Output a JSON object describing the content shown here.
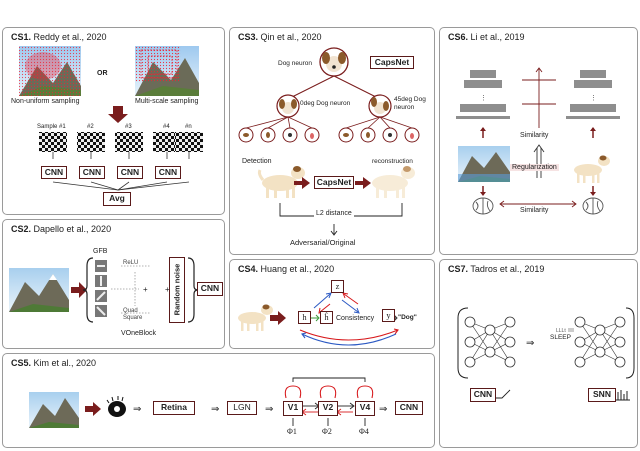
{
  "colors": {
    "dark_red": "#7a1d1d",
    "red": "#d7191c",
    "blue": "#2b59c3",
    "green": "#3a9a3a",
    "gray": "#8e8e8e",
    "panel_border": "#9a9a9a"
  },
  "cs1": {
    "id": "CS1.",
    "cite": " Reddy et al., 2020",
    "or": "OR",
    "caption_left": "Non-uniform sampling",
    "caption_right": "Multi-scale sampling",
    "samples": [
      "Sample #1",
      "#2",
      "#3",
      "#4",
      "#n"
    ],
    "cnn": "CNN",
    "avg": "Avg"
  },
  "cs2": {
    "id": "CS2.",
    "cite": " Dapello et al., 2020",
    "gfb": "GFB",
    "relu": "ReLU",
    "quad": "Quad\nSquare",
    "noise": "Random noise",
    "cnn": "CNN",
    "block": "VOneBlock"
  },
  "cs3": {
    "id": "CS3.",
    "cite": " Qin et al., 2020",
    "dog_neuron": "Dog neuron",
    "capsnet": "CapsNet",
    "neuron_0": "0deg Dog neuron",
    "neuron_45": "45deg Dog neuron",
    "detection": "Detection",
    "reconstruction": "reconstruction",
    "l2": "L2 distance",
    "adv": "Adversarial/Original"
  },
  "cs4": {
    "id": "CS4.",
    "cite": " Huang et al., 2020",
    "h": "h",
    "h_hat": "ĥ",
    "z": "z",
    "y": "y",
    "consistency": "Consistency",
    "dog_label": "\"Dog\""
  },
  "cs5": {
    "id": "CS5.",
    "cite": " Kim et al., 2020",
    "retina": "Retina",
    "lgn": "LGN",
    "v1": "V1",
    "v2": "V2",
    "v4": "V4",
    "cnn": "CNN",
    "phi1": "Φ1",
    "phi2": "Φ2",
    "phi4": "Φ4"
  },
  "cs6": {
    "id": "CS6.",
    "cite": " Li et al., 2019",
    "similarity_top": "Similarity",
    "regularization": "Regularization",
    "similarity_bottom": "Similarity"
  },
  "cs7": {
    "id": "CS7.",
    "cite": " Tadros et al., 2019",
    "sleep": "SLEEP",
    "cnn": "CNN",
    "snn": "SNN"
  }
}
